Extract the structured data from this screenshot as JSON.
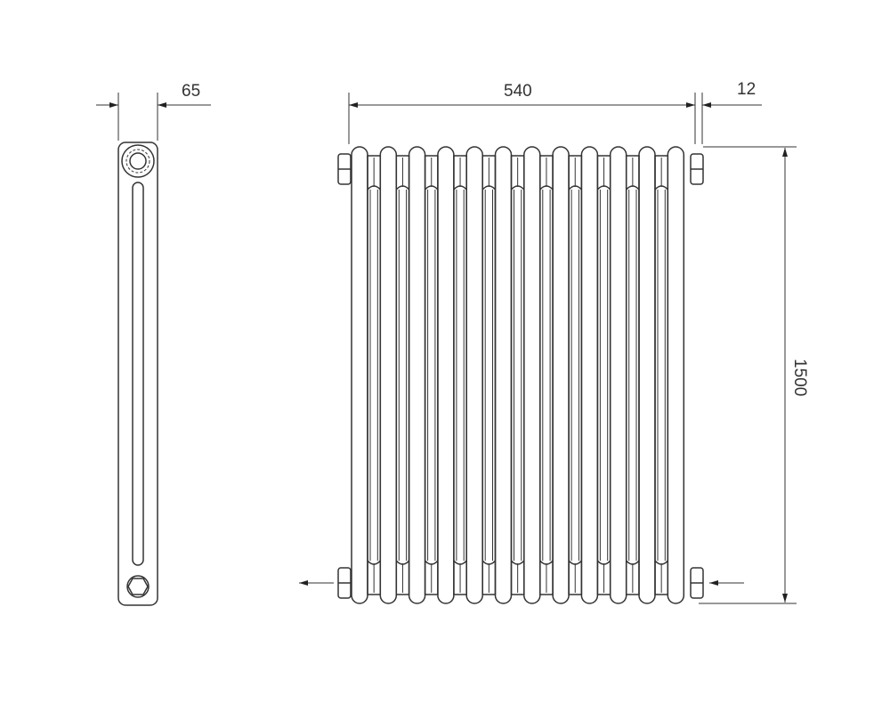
{
  "dimensions": {
    "depth": "65",
    "width": "540",
    "offset": "12",
    "height": "1500"
  },
  "colors": {
    "line": "#333333",
    "background": "#ffffff"
  },
  "sections": 12
}
